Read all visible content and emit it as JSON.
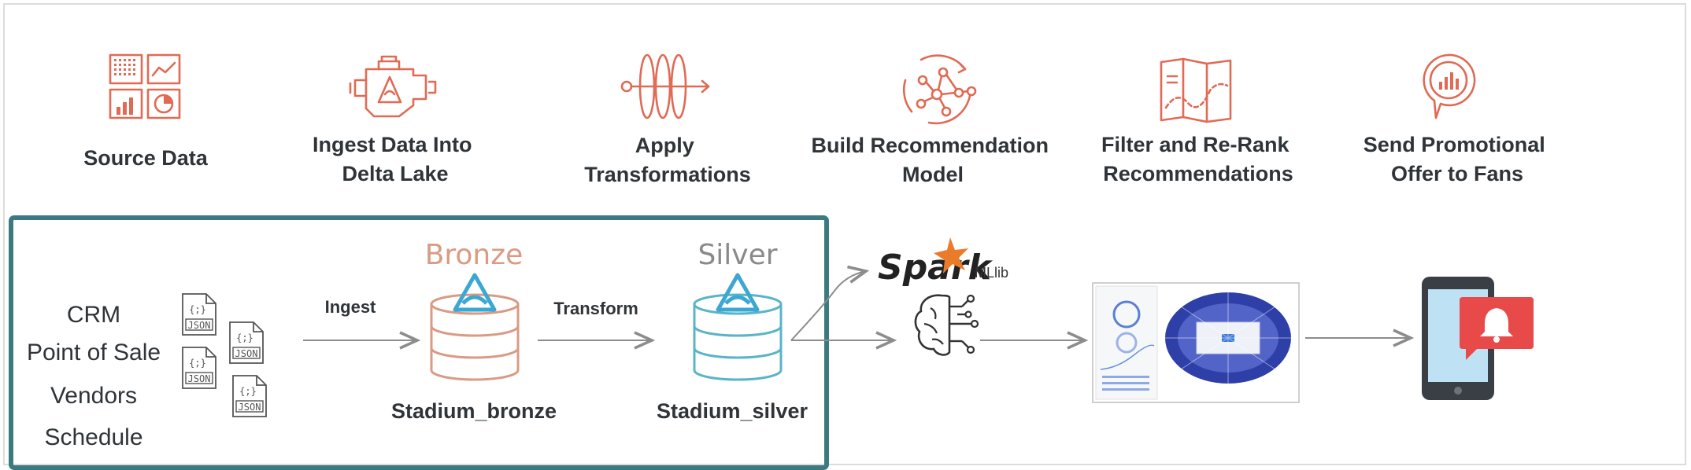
{
  "stages": [
    {
      "id": "source",
      "lines": [
        "Source Data"
      ],
      "icon": "dashboard-icon"
    },
    {
      "id": "ingest",
      "lines": [
        "Ingest Data Into",
        "Delta Lake"
      ],
      "icon": "engine-icon"
    },
    {
      "id": "transform",
      "lines": [
        "Apply",
        "Transformations"
      ],
      "icon": "transform-rings-icon"
    },
    {
      "id": "model",
      "lines": [
        "Build Recommendation",
        "Model"
      ],
      "icon": "network-graph-icon"
    },
    {
      "id": "filter",
      "lines": [
        "Filter and Re-Rank",
        "Recommendations"
      ],
      "icon": "map-route-icon"
    },
    {
      "id": "offer",
      "lines": [
        "Send Promotional",
        "Offer to Fans"
      ],
      "icon": "chart-bubble-icon"
    }
  ],
  "sources": [
    "CRM",
    "Point of Sale",
    "Vendors",
    "Schedule"
  ],
  "json_file_label": "JSON",
  "json_file_glyph": "{;}",
  "edges": {
    "ingest": "Ingest",
    "transform": "Transform"
  },
  "tiers": {
    "bronze": "Bronze",
    "silver": "Silver"
  },
  "tables": {
    "bronze": "Stadium_bronze",
    "silver": "Stadium_silver"
  },
  "spark": {
    "name": "Spark",
    "lib": "MLlib"
  },
  "colors": {
    "accent": "#e06a54",
    "bronze": "#d99b83",
    "silver": "#5ab4c8",
    "delta": "#3da7d3",
    "box_border": "#3b7a80",
    "text": "#2f3438",
    "arrow": "#8c8c8c",
    "notification": "#e84a4a"
  }
}
